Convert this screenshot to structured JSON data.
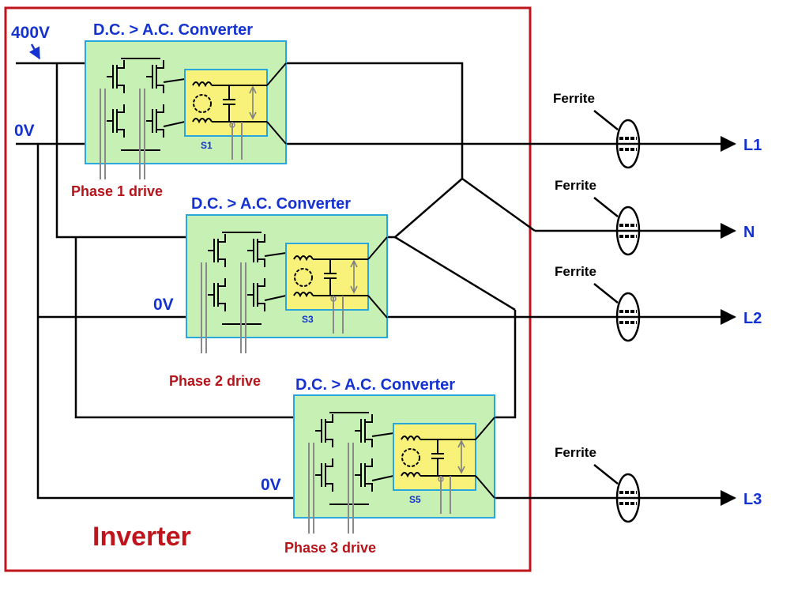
{
  "colors": {
    "inverter_border": "#c0141c",
    "module_fill": "#c6f0b4",
    "module_border": "#29a6dc",
    "filter_fill": "#f9f27a",
    "blue_text": "#1432d2",
    "red_text": "#b4141a",
    "wire": "#000000",
    "gate_wire": "#8a8a8a"
  },
  "supply": {
    "v400": "400V",
    "v0_top": "0V"
  },
  "inverter": {
    "label": "Inverter"
  },
  "converters": [
    {
      "title": "D.C. > A.C. Converter",
      "section": "S1",
      "drive": "Phase 1 drive",
      "ground": ""
    },
    {
      "title": "D.C. > A.C. Converter",
      "section": "S3",
      "drive": "Phase 2 drive",
      "ground": "0V"
    },
    {
      "title": "D.C. > A.C. Converter",
      "section": "S5",
      "drive": "Phase 3 drive",
      "ground": "0V"
    }
  ],
  "outputs": [
    {
      "ferrite": "Ferrite",
      "label": "L1"
    },
    {
      "ferrite": "Ferrite",
      "label": "N"
    },
    {
      "ferrite": "Ferrite",
      "label": "L2"
    },
    {
      "ferrite": "Ferrite",
      "label": "L3"
    }
  ]
}
